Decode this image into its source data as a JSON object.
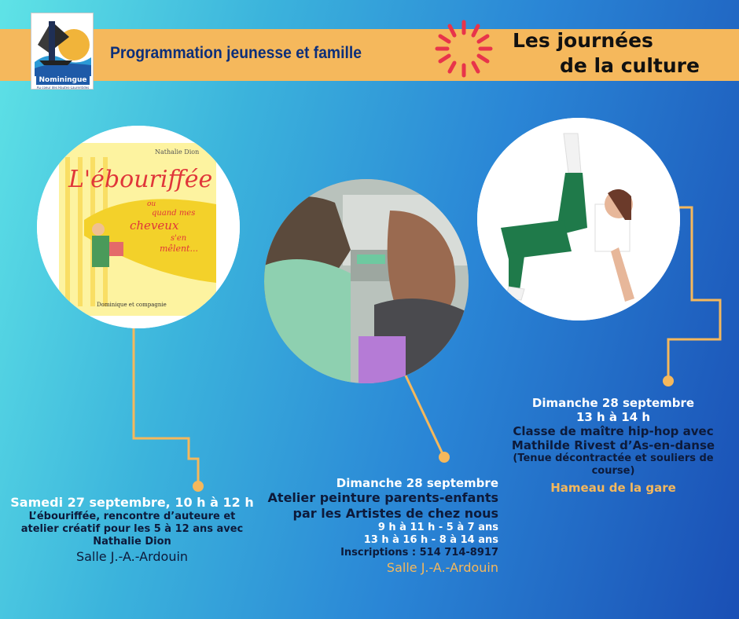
{
  "header": {
    "logo_name": "Nominingue",
    "logo_tagline": "Au coeur des Hautes-Laurentides",
    "program": "Programmation jeunesse et famille",
    "culture_line1": "Les journées",
    "culture_line2": "de la culture"
  },
  "book": {
    "author": "Nathalie Dion",
    "title": "L'ébouriffée",
    "subtitle_1": "ou",
    "subtitle_2": "quand mes",
    "subtitle_3": "cheveux",
    "subtitle_4": "s'en",
    "subtitle_5": "mêlent...",
    "publisher": "Dominique et compagnie"
  },
  "events": [
    {
      "date": "Samedi 27 septembre, 10 h à 12 h",
      "desc_1": "L’ébouriffée, rencontre d’auteure et",
      "desc_2": "atelier créatif pour les 5 à 12 ans avec",
      "desc_3": "Nathalie Dion",
      "venue": "Salle J.-A.-Ardouin"
    },
    {
      "date": "Dimanche 28 septembre",
      "title_1": "Atelier peinture parents-enfants",
      "title_2": "par les Artistes de chez nous",
      "slot_1": "9 h à 11 h - 5 à 7 ans",
      "slot_2": "13 h à 16 h - 8 à 14 ans",
      "inscriptions": "Inscriptions : 514 714-8917",
      "venue": "Salle J.-A.-Ardouin"
    },
    {
      "date": "Dimanche 28 septembre",
      "time": "13 h à 14 h",
      "title_1": "Classe de maître hip-hop avec",
      "title_2": "Mathilde Rivest d’As-en-danse",
      "note_1": "(Tenue décontractée et souliers de",
      "note_2": "course)",
      "venue": "Hameau de la gare"
    }
  ],
  "colors": {
    "accent": "#f5b85c",
    "navy": "#0d2f7a",
    "bg_start": "#5fe3e6",
    "bg_end": "#1a4fb5"
  }
}
